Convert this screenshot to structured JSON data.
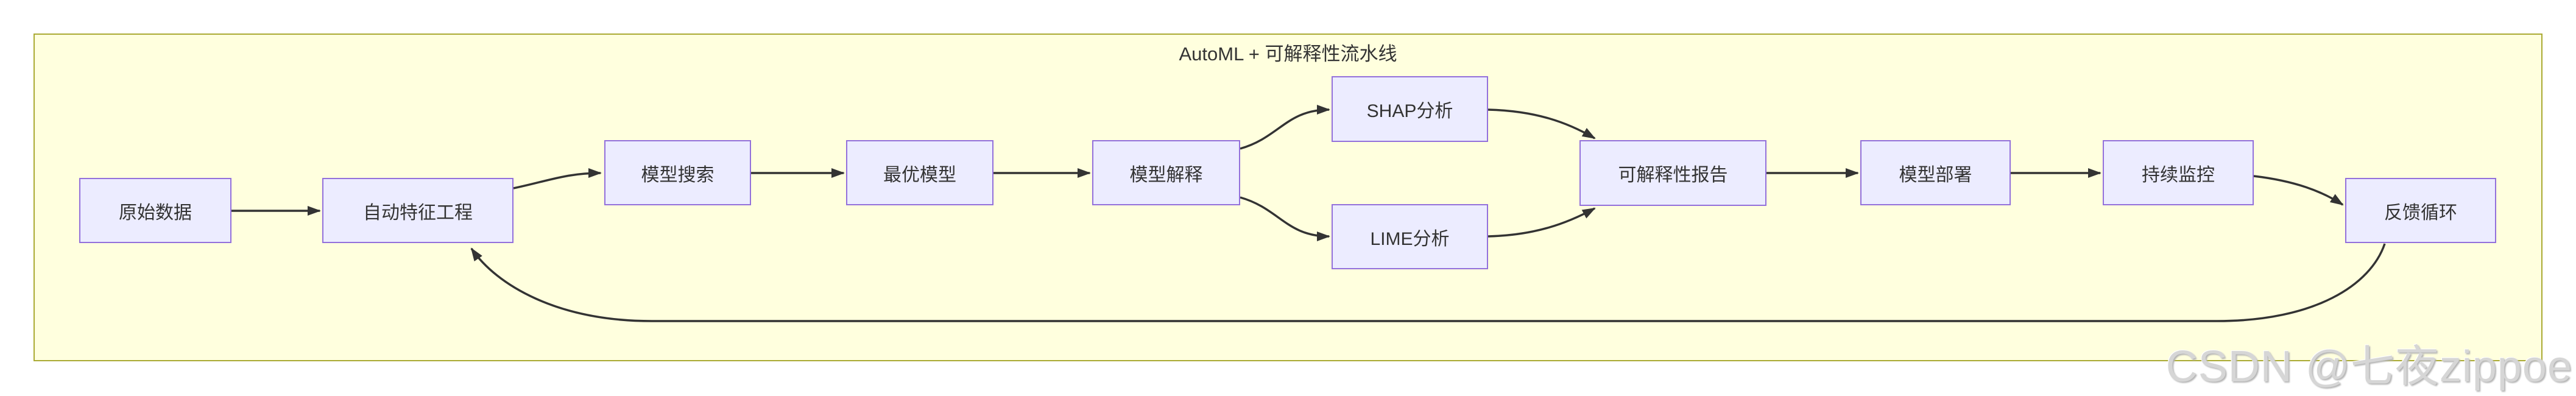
{
  "diagram": {
    "title": "AutoML + 可解释性流水线",
    "type": "flowchart-left-to-right",
    "colors": {
      "subgraph_background": "#ffffde",
      "subgraph_border": "#aaaa33",
      "node_fill": "#ececff",
      "node_border": "#9370db",
      "edge_color": "#333333",
      "text_color": "#333333"
    }
  },
  "nodes": [
    {
      "id": "raw-data",
      "label": "原始数据"
    },
    {
      "id": "auto-feature-engineering",
      "label": "自动特征工程"
    },
    {
      "id": "model-search",
      "label": "模型搜索"
    },
    {
      "id": "best-model",
      "label": "最优模型"
    },
    {
      "id": "model-interpretation",
      "label": "模型解释"
    },
    {
      "id": "shap-analysis",
      "label": "SHAP分析"
    },
    {
      "id": "lime-analysis",
      "label": "LIME分析"
    },
    {
      "id": "interpretability-report",
      "label": "可解释性报告"
    },
    {
      "id": "model-deployment",
      "label": "模型部署"
    },
    {
      "id": "continuous-monitoring",
      "label": "持续监控"
    },
    {
      "id": "feedback-loop",
      "label": "反馈循环"
    }
  ],
  "edges": [
    {
      "from": "raw-data",
      "to": "auto-feature-engineering"
    },
    {
      "from": "auto-feature-engineering",
      "to": "model-search"
    },
    {
      "from": "model-search",
      "to": "best-model"
    },
    {
      "from": "best-model",
      "to": "model-interpretation"
    },
    {
      "from": "model-interpretation",
      "to": "shap-analysis"
    },
    {
      "from": "model-interpretation",
      "to": "lime-analysis"
    },
    {
      "from": "shap-analysis",
      "to": "interpretability-report"
    },
    {
      "from": "lime-analysis",
      "to": "interpretability-report"
    },
    {
      "from": "interpretability-report",
      "to": "model-deployment"
    },
    {
      "from": "model-deployment",
      "to": "continuous-monitoring"
    },
    {
      "from": "continuous-monitoring",
      "to": "feedback-loop"
    },
    {
      "from": "feedback-loop",
      "to": "auto-feature-engineering"
    }
  ],
  "watermark": {
    "text": "CSDN @七夜zippoe"
  }
}
